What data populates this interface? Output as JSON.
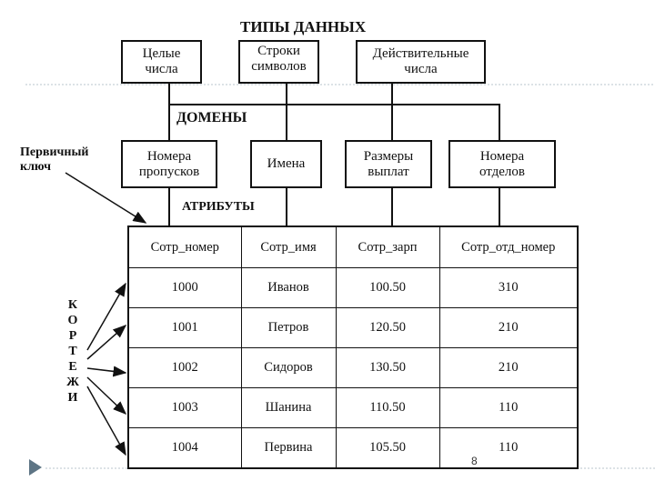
{
  "title": "ТИПЫ ДАННЫХ",
  "types": [
    {
      "label": "Целые\nчисла"
    },
    {
      "label": "Строки\nсимволов"
    },
    {
      "label": "Действительные\nчисла"
    }
  ],
  "domains_label": "ДОМЕНЫ",
  "domains": [
    {
      "label": "Номера\nпропусков"
    },
    {
      "label": "Имена"
    },
    {
      "label": "Размеры\nвыплат"
    },
    {
      "label": "Номера\nотделов"
    }
  ],
  "primary_key_label": "Первичный\nключ",
  "attributes_label": "АТРИБУТЫ",
  "tuples_letters": [
    "К",
    "О",
    "Р",
    "Т",
    "Е",
    "Ж",
    "И"
  ],
  "table": {
    "headers": [
      "Сотр_номер",
      "Сотр_имя",
      "Сотр_зарп",
      "Сотр_отд_номер"
    ],
    "rows": [
      [
        "1000",
        "Иванов",
        "100.50",
        "310"
      ],
      [
        "1001",
        "Петров",
        "120.50",
        "210"
      ],
      [
        "1002",
        "Сидоров",
        "130.50",
        "210"
      ],
      [
        "1003",
        "Шанина",
        "110.50",
        "110"
      ],
      [
        "1004",
        "Первина",
        "105.50",
        "110"
      ]
    ]
  },
  "page_number": "8",
  "colors": {
    "line": "#111111",
    "divider": "#b8c4cc",
    "bullet": "#5e7585"
  }
}
